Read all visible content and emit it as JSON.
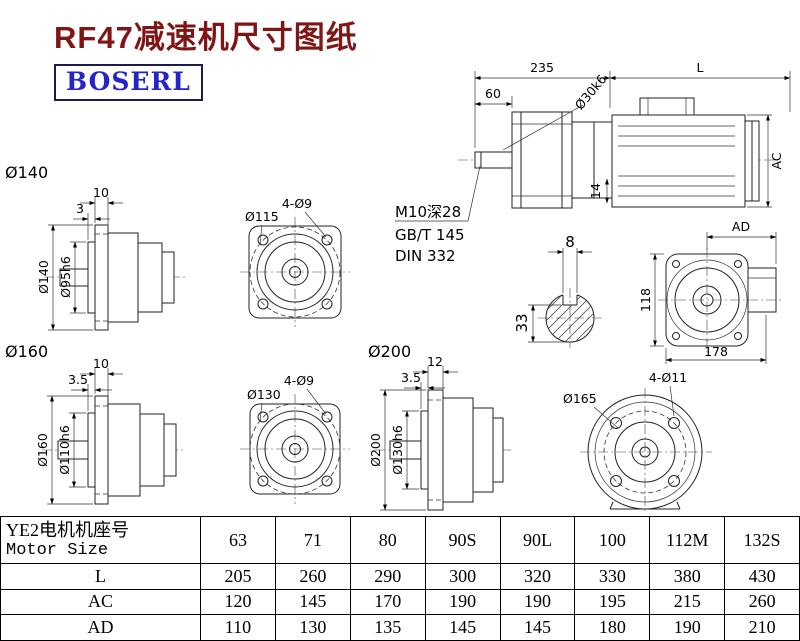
{
  "page": {
    "title": "RF47减速机尺寸图纸",
    "logo": "BOSERL"
  },
  "main_view": {
    "dim_235": "235",
    "dim_L": "L",
    "dim_60": "60",
    "shaft_dia": "Ø30k6",
    "dim_14": "14",
    "dim_AC": "AC",
    "note_line1": "M10深28",
    "note_line2": "GB/T 145",
    "note_line3": "DIN 332"
  },
  "shaft_section": {
    "key_width": "8",
    "key_height": "33"
  },
  "rear_view": {
    "dim_AD": "AD",
    "dim_118": "118",
    "dim_178": "178"
  },
  "flange140": {
    "label": "Ø140",
    "dim_10": "10",
    "dim_3": "3",
    "dia_outer": "Ø140",
    "dia_spigot": "Ø95h6"
  },
  "front115": {
    "holes": "4-Ø9",
    "bolt_circle": "Ø115"
  },
  "flange160": {
    "label": "Ø160",
    "dim_10": "10",
    "dim_35": "3.5",
    "dia_outer": "Ø160",
    "dia_spigot": "Ø110h6"
  },
  "front130": {
    "holes": "4-Ø9",
    "bolt_circle": "Ø130"
  },
  "flange200": {
    "label": "Ø200",
    "dim_12": "12",
    "dim_35": "3.5",
    "dia_outer": "Ø200",
    "dia_spigot": "Ø130h6"
  },
  "motor_front": {
    "bolt_circle": "Ø165",
    "holes": "4-Ø11"
  },
  "table": {
    "header_cn": "YE2电机机座号",
    "header_en": "Motor Size",
    "sizes": [
      "63",
      "71",
      "80",
      "90S",
      "90L",
      "100",
      "112M",
      "132S"
    ],
    "rows": [
      {
        "label": "L",
        "values": [
          "205",
          "260",
          "290",
          "300",
          "320",
          "330",
          "380",
          "430"
        ]
      },
      {
        "label": "AC",
        "values": [
          "120",
          "145",
          "170",
          "190",
          "190",
          "195",
          "215",
          "260"
        ]
      },
      {
        "label": "AD",
        "values": [
          "110",
          "130",
          "135",
          "145",
          "145",
          "180",
          "190",
          "210"
        ]
      }
    ]
  }
}
